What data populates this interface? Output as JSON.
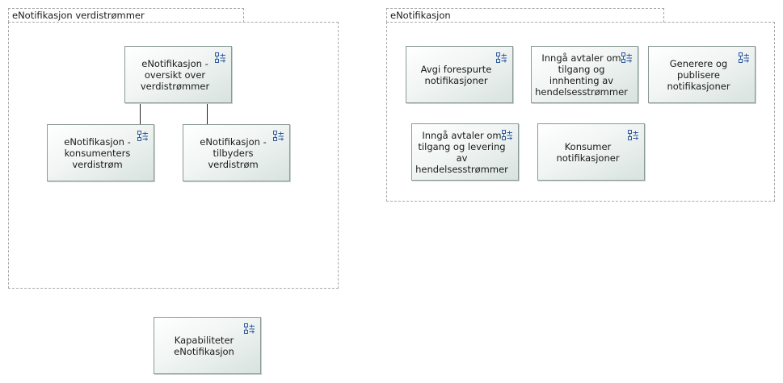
{
  "groups": [
    {
      "id": "verdistrommer",
      "label": "eNotifikasjon verdistrømmer"
    },
    {
      "id": "enotifikasjon",
      "label": "eNotifikasjon"
    }
  ],
  "nodes": [
    {
      "id": "oversikt",
      "label": "eNotifikasjon - oversikt over verdistrømmer",
      "icon": "capability-icon"
    },
    {
      "id": "konsumenters",
      "label": "eNotifikasjon - konsumenters verdistrøm",
      "icon": "capability-icon"
    },
    {
      "id": "tilbyders",
      "label": "eNotifikasjon - tilbyders verdistrøm",
      "icon": "capability-icon"
    },
    {
      "id": "avgi",
      "label": "Avgi forespurte notifikasjoner",
      "icon": "capability-icon"
    },
    {
      "id": "innhenting",
      "label": "Inngå avtaler om tilgang og innhenting av hendelsesstrømmer",
      "icon": "capability-icon"
    },
    {
      "id": "generere",
      "label": "Generere og publisere notifikasjoner",
      "icon": "capability-icon"
    },
    {
      "id": "levering",
      "label": "Inngå avtaler om tilgang og levering av hendelsesstrømmer",
      "icon": "capability-icon"
    },
    {
      "id": "konsumer",
      "label": "Konsumer notifikasjoner",
      "icon": "capability-icon"
    },
    {
      "id": "kapabiliteter",
      "label": "Kapabiliteter eNotifikasjon",
      "icon": "capability-icon"
    }
  ],
  "edges": [
    {
      "from": "oversikt",
      "to": "konsumenters"
    },
    {
      "from": "oversikt",
      "to": "tilbyders"
    }
  ],
  "colors": {
    "node_border": "#8a9a96",
    "node_fill_light": "#ffffff",
    "node_fill_dark": "#d8e2df",
    "icon_stroke": "#2f5a9e",
    "group_border": "#a8a8a8"
  }
}
